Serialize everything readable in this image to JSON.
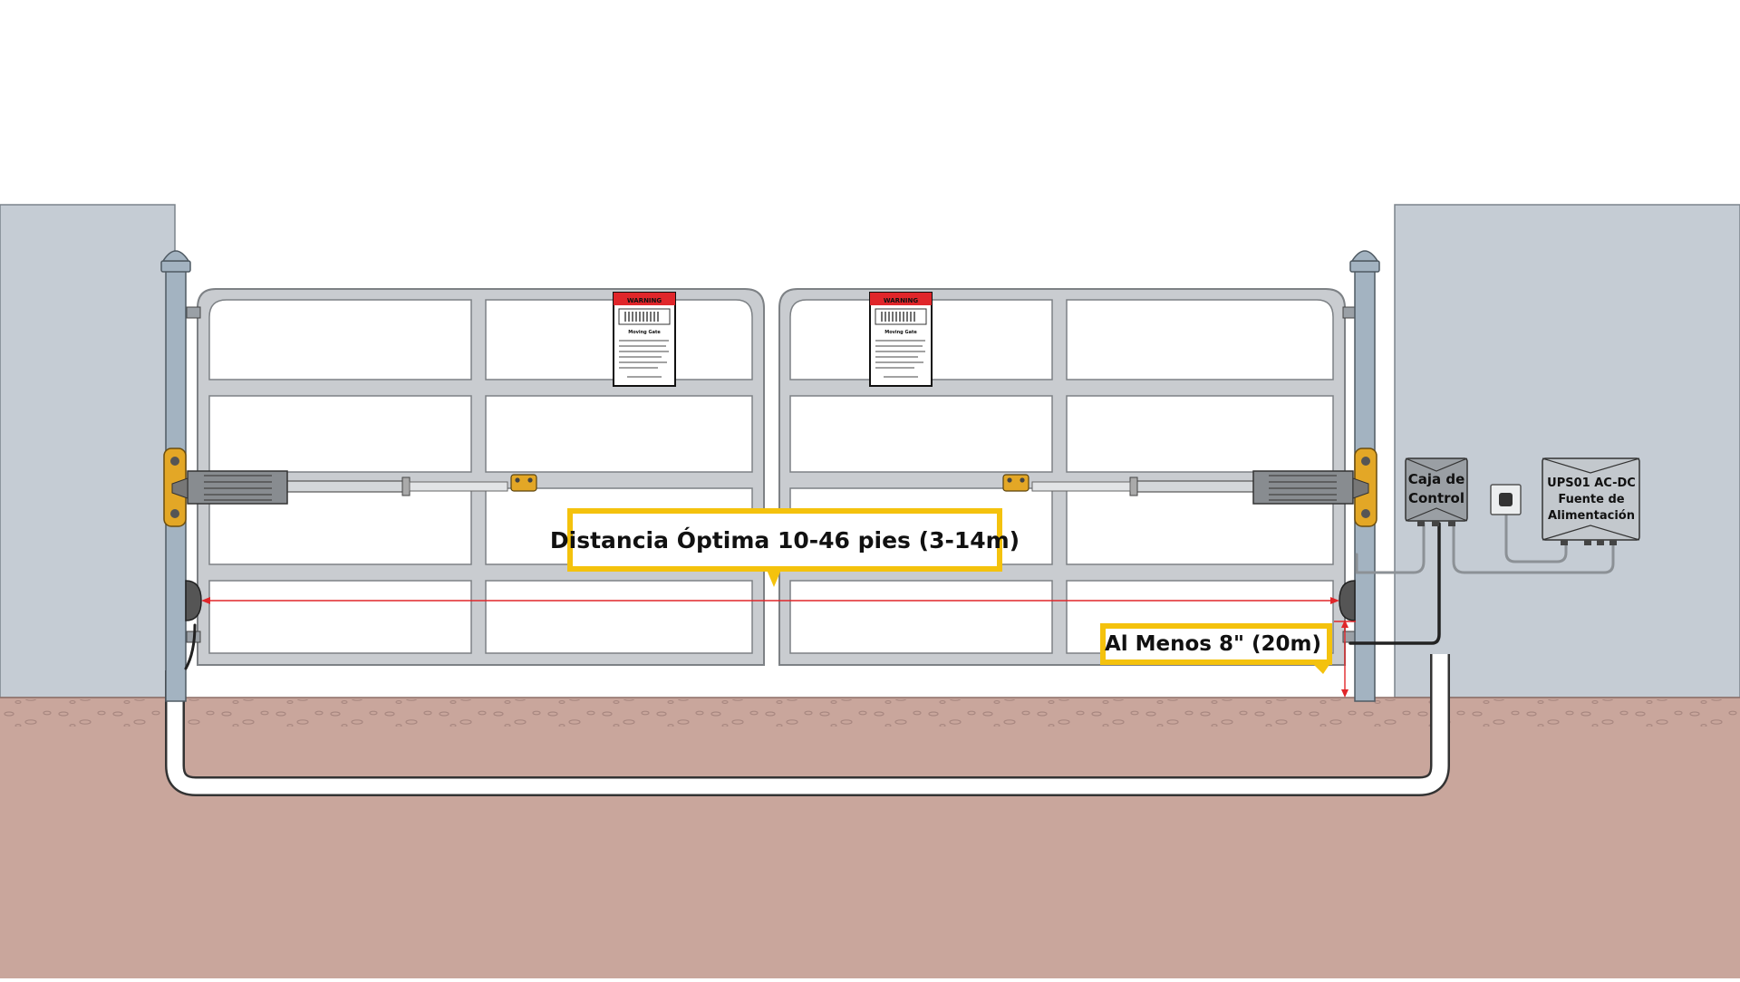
{
  "labels": {
    "distance": "Distancia Óptima 10-46 pies (3-14m)",
    "min_height": "Al Menos 8\" (20m)",
    "control_box_line1": "Caja de",
    "control_box_line2": "Control",
    "power_line1": "UPS01 AC-DC",
    "power_line2": "Fuente de",
    "power_line3": "Alimentación",
    "sign_header": "WARNING",
    "sign_title": "Moving Gate"
  },
  "colors": {
    "wall": "#c5ccd4",
    "post": "#a3b3c1",
    "ground": "#c9a69c",
    "gate_frame": "#c9ccd0",
    "callout_border": "#f4c20d",
    "measure_line": "#e0262a",
    "warning_red": "#e0262a",
    "bracket": "#e3a726"
  },
  "icons": [
    "warning-sign-icon",
    "gate-opener-arm-icon",
    "photocell-sensor-icon",
    "keypad-icon"
  ]
}
